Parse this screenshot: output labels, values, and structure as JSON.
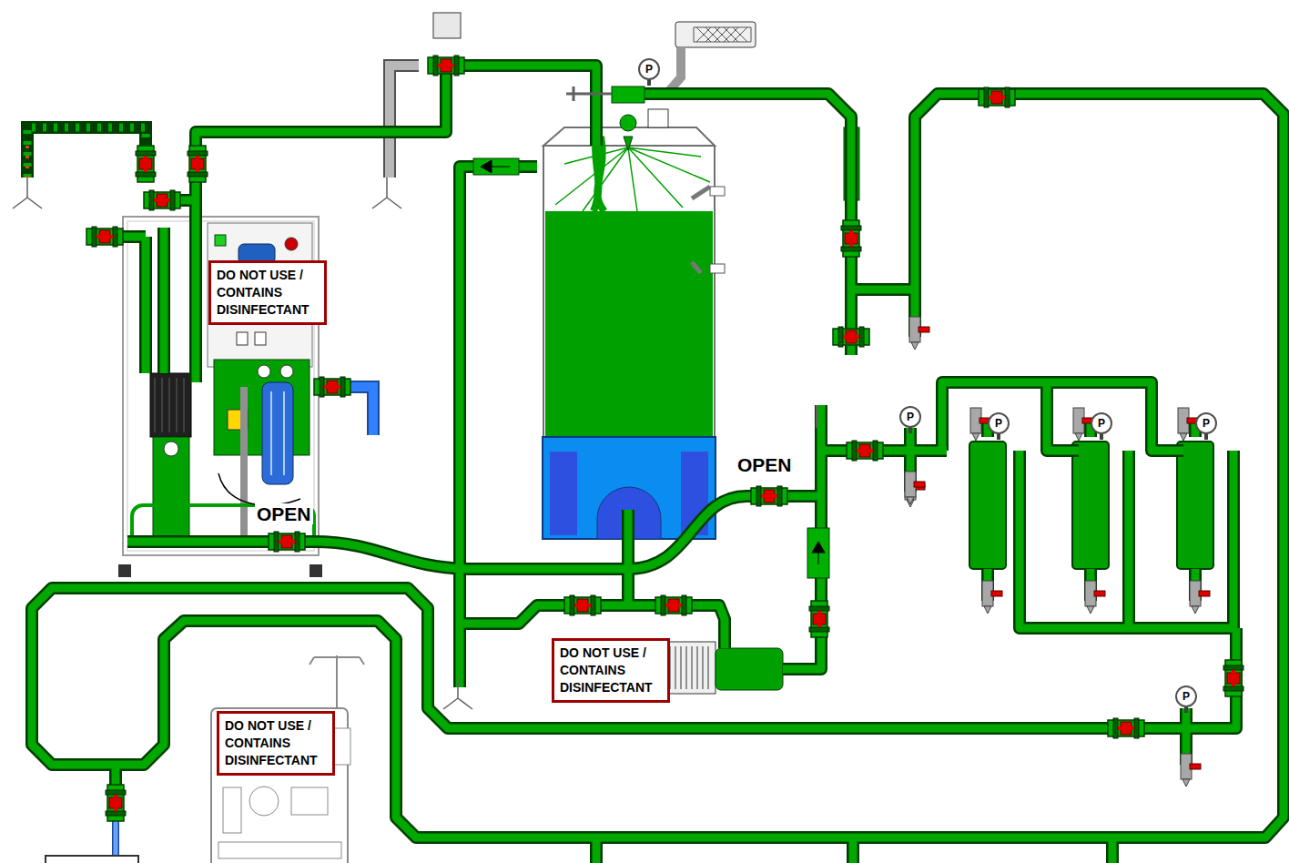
{
  "diagram": {
    "nodes": [
      {
        "text": [
          "DO NOT USE / CONTAINS DISINFECTANT"
        ]
      },
      {
        "text": [
          "DO NOT USE / CONTAINS DISINFECTANT"
        ]
      },
      {
        "text": [
          "DO NOT USE / CONTAINS DISINFECTANT"
        ]
      }
    ],
    "labels": [
      "OPEN",
      "OPEN",
      "P",
      "P",
      "P",
      "P",
      "P",
      "P"
    ]
  }
}
